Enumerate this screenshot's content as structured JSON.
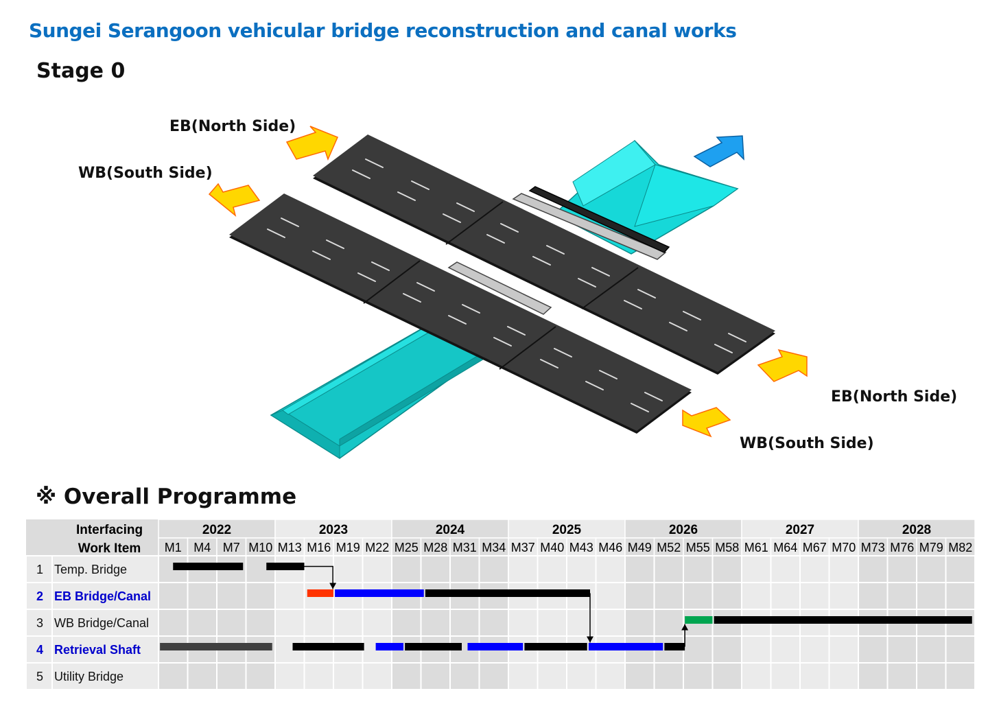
{
  "title": "Sungei Serangoon vehicular bridge reconstruction and canal works",
  "stage": "Stage 0",
  "directions": {
    "eb_left": "EB(North Side)",
    "wb_left": "WB(South Side)",
    "eb_right": "EB(North Side)",
    "wb_right": "WB(South Side)"
  },
  "programme_title": "※ Overall Programme",
  "gantt": {
    "header": {
      "line1": "Interfacing",
      "line2": "Work Item"
    },
    "years": [
      "2022",
      "2023",
      "2024",
      "2025",
      "2026",
      "2027",
      "2028"
    ],
    "months": [
      "M1",
      "M4",
      "M7",
      "M10",
      "M13",
      "M16",
      "M19",
      "M22",
      "M25",
      "M28",
      "M31",
      "M34",
      "M37",
      "M40",
      "M43",
      "M46",
      "M49",
      "M52",
      "M55",
      "M58",
      "M61",
      "M64",
      "M67",
      "M70",
      "M73",
      "M76",
      "M79",
      "M82"
    ],
    "rows": [
      {
        "num": "1",
        "label": "Temp. Bridge",
        "highlight": false
      },
      {
        "num": "2",
        "label": "EB Bridge/Canal",
        "highlight": true
      },
      {
        "num": "3",
        "label": "WB Bridge/Canal",
        "highlight": false
      },
      {
        "num": "4",
        "label": "Retrieval Shaft",
        "highlight": true
      },
      {
        "num": "5",
        "label": "Utility Bridge",
        "highlight": false
      }
    ],
    "bars": [
      {
        "row": 0,
        "start": 0.5,
        "end": 2.9,
        "color": "#000000"
      },
      {
        "row": 0,
        "start": 3.7,
        "end": 5.0,
        "color": "#000000"
      },
      {
        "row": 1,
        "start": 5.1,
        "end": 6.0,
        "color": "#ff3300"
      },
      {
        "row": 1,
        "start": 6.05,
        "end": 9.1,
        "color": "#0000ff"
      },
      {
        "row": 1,
        "start": 9.15,
        "end": 14.8,
        "color": "#000000"
      },
      {
        "row": 2,
        "start": 18.05,
        "end": 19.0,
        "color": "#00a550"
      },
      {
        "row": 2,
        "start": 19.05,
        "end": 27.9,
        "color": "#000000"
      },
      {
        "row": 3,
        "start": 0.05,
        "end": 3.9,
        "color": "#404040"
      },
      {
        "row": 3,
        "start": 4.6,
        "end": 7.05,
        "color": "#000000"
      },
      {
        "row": 3,
        "start": 7.45,
        "end": 8.4,
        "color": "#0000ff"
      },
      {
        "row": 3,
        "start": 8.45,
        "end": 10.4,
        "color": "#000000"
      },
      {
        "row": 3,
        "start": 10.6,
        "end": 12.5,
        "color": "#0000ff"
      },
      {
        "row": 3,
        "start": 12.55,
        "end": 14.7,
        "color": "#000000"
      },
      {
        "row": 3,
        "start": 14.75,
        "end": 17.3,
        "color": "#0000ff"
      },
      {
        "row": 3,
        "start": 17.35,
        "end": 18.05,
        "color": "#000000"
      }
    ],
    "colors": {
      "cell_light": "#ebebeb",
      "cell_dark": "#dcdcdc",
      "grid": "#ffffff",
      "highlight_text": "#0000cc"
    }
  }
}
